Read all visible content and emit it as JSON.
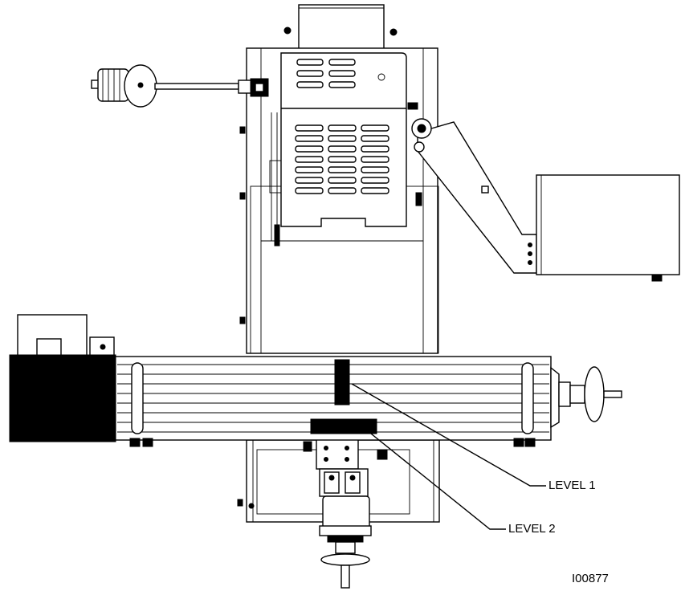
{
  "labels": {
    "level_1": "LEVEL 1",
    "level_2": "LEVEL 2",
    "figure_id": "I00877"
  },
  "colors": {
    "line": "#000000",
    "background": "#ffffff"
  }
}
